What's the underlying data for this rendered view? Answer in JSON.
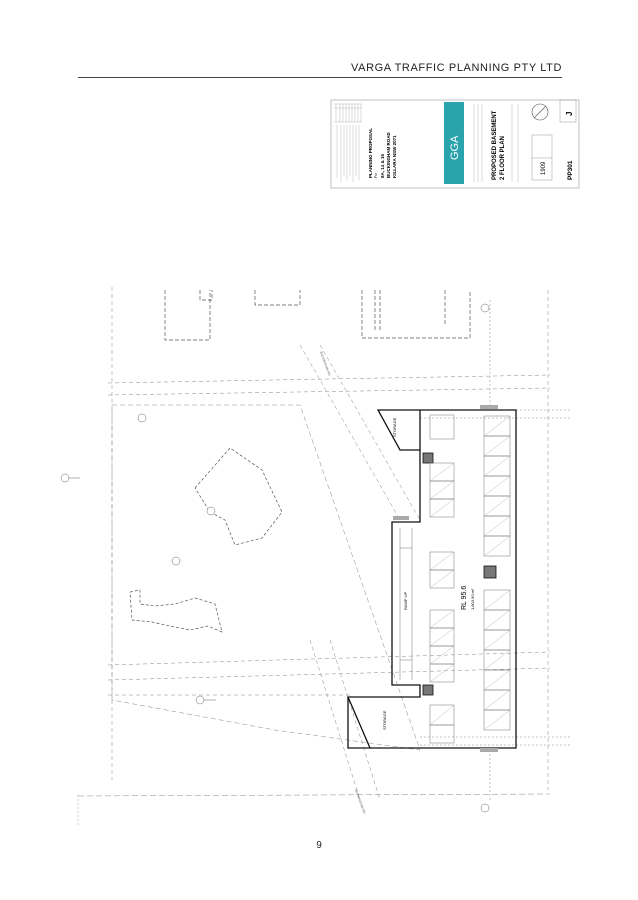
{
  "header": {
    "company": "VARGA TRAFFIC PLANNING PTY LTD"
  },
  "page": {
    "number": "9"
  },
  "plan": {
    "ramp_label": "RAMP UP",
    "storage_label": "STORAGE",
    "rl_label": "RL 95.6",
    "area_label": "1,803.90 m²",
    "street_label": "BUCKINGHAM RD"
  },
  "title_block": {
    "logo": "GGA",
    "project_type": "PLANNING PROPOSAL",
    "project_for": "For",
    "address_line1": "8A, 14 & 16",
    "address_line2": "BUCKINGHAM ROAD",
    "address_line3": "KILLARA NSW 2071",
    "drawing_title_line1": "PROPOSED BASEMENT",
    "drawing_title_line2": "2 FLOOR PLAN",
    "job_no": "1909",
    "drawing_no": "PP301",
    "revision": "J"
  },
  "colors": {
    "logo_teal": "#2aa3ad",
    "line": "#111111",
    "grid": "#888888"
  }
}
